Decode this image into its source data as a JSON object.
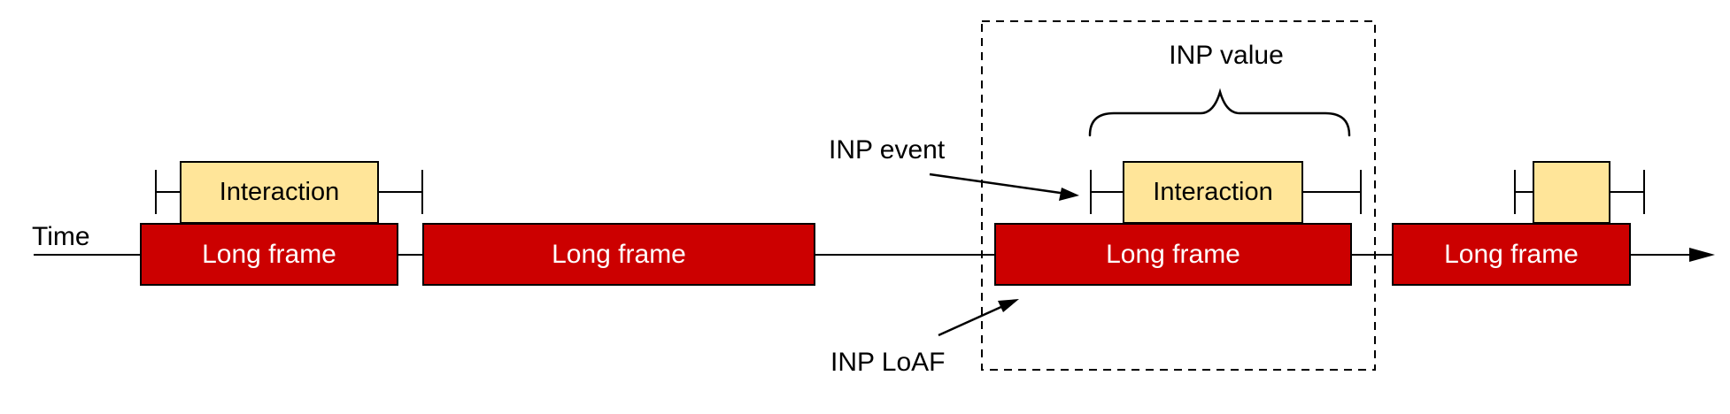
{
  "diagram": {
    "time_axis": {
      "label": "Time"
    },
    "frames": [
      {
        "label": "Long frame"
      },
      {
        "label": "Long frame"
      },
      {
        "label": "Long frame"
      },
      {
        "label": "Long frame"
      }
    ],
    "interactions": [
      {
        "label": "Interaction"
      },
      {
        "label": "Interaction"
      },
      {
        "label": ""
      }
    ],
    "annotations": {
      "inp_value": "INP value",
      "inp_event": "INP event",
      "inp_loaf": "INP LoAF"
    },
    "colors": {
      "frame-fill": "#cc0000",
      "interaction-fill": "#ffe599",
      "line-color": "#000000",
      "frame-text-color": "#ffffff"
    }
  }
}
